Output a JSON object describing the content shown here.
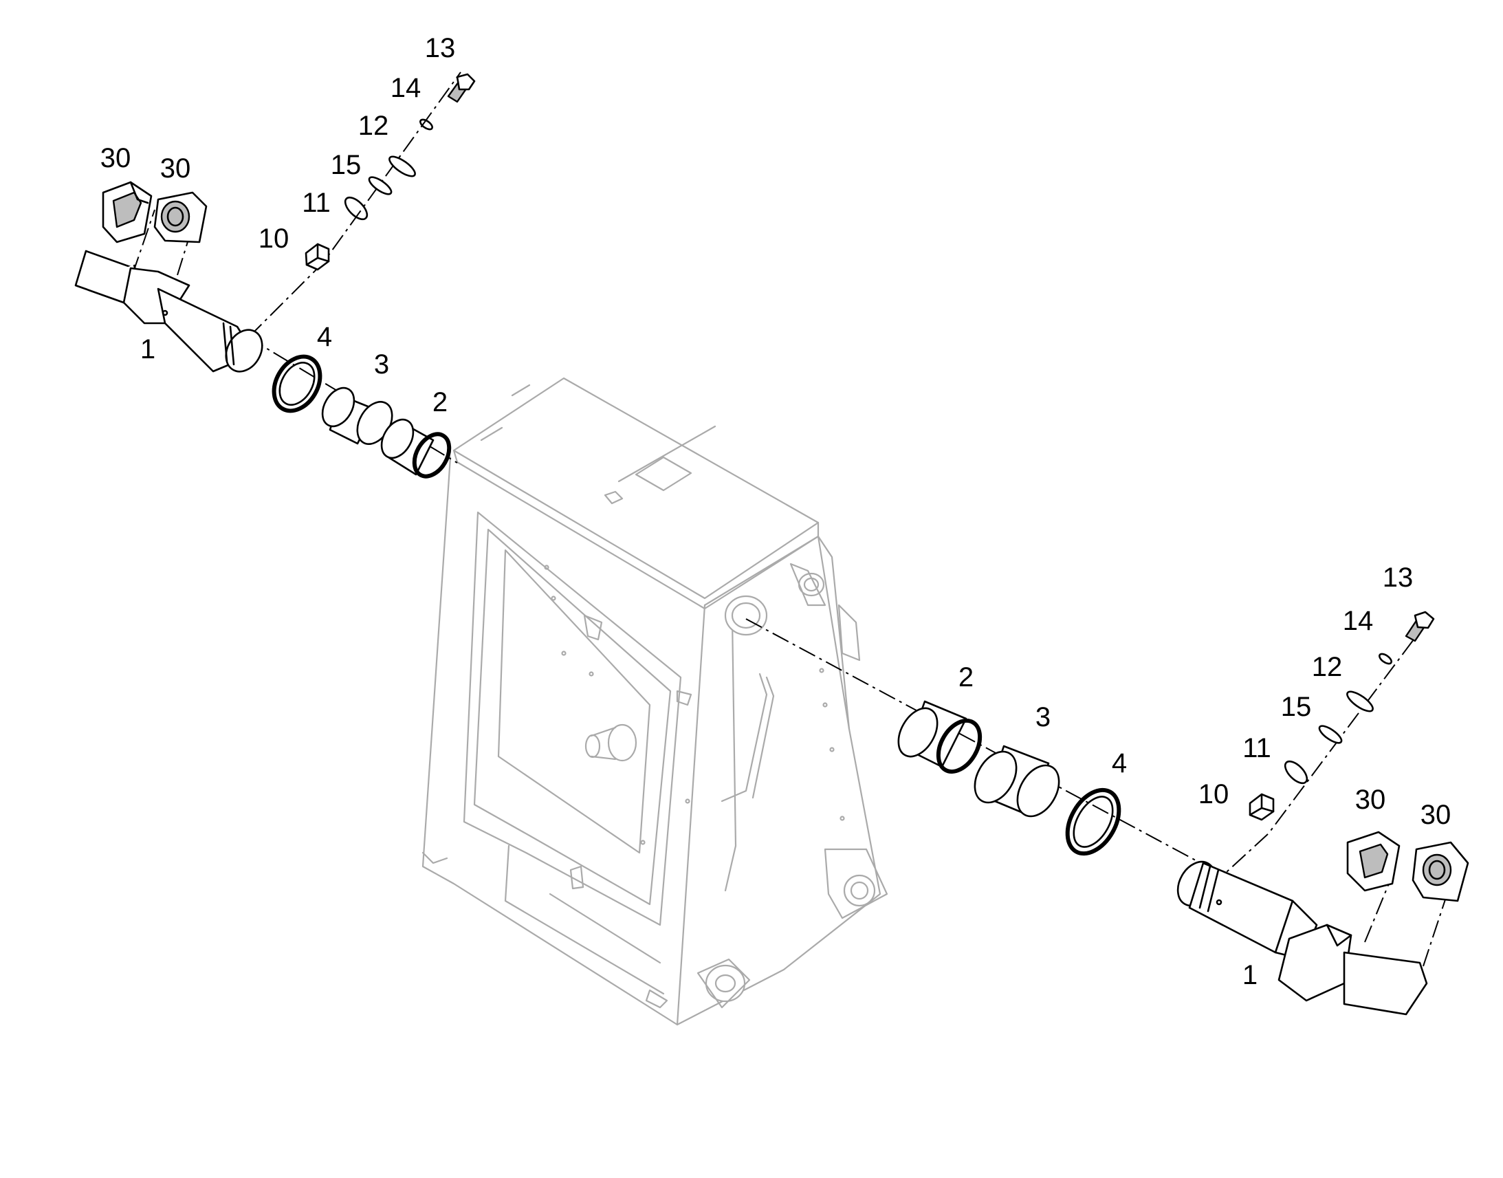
{
  "callouts": {
    "left_1": "1",
    "left_2": "2",
    "left_3": "3",
    "left_4": "4",
    "left_10": "10",
    "left_11": "11",
    "left_12": "12",
    "left_13": "13",
    "left_14": "14",
    "left_15": "15",
    "left_30a": "30",
    "left_30b": "30",
    "right_1": "1",
    "right_2": "2",
    "right_3": "3",
    "right_4": "4",
    "right_10": "10",
    "right_11": "11",
    "right_12": "12",
    "right_13": "13",
    "right_14": "14",
    "right_15": "15",
    "right_30a": "30",
    "right_30b": "30"
  },
  "colors": {
    "part_line": "#000000",
    "frame_line": "#aaaaaa",
    "background": "#ffffff"
  }
}
